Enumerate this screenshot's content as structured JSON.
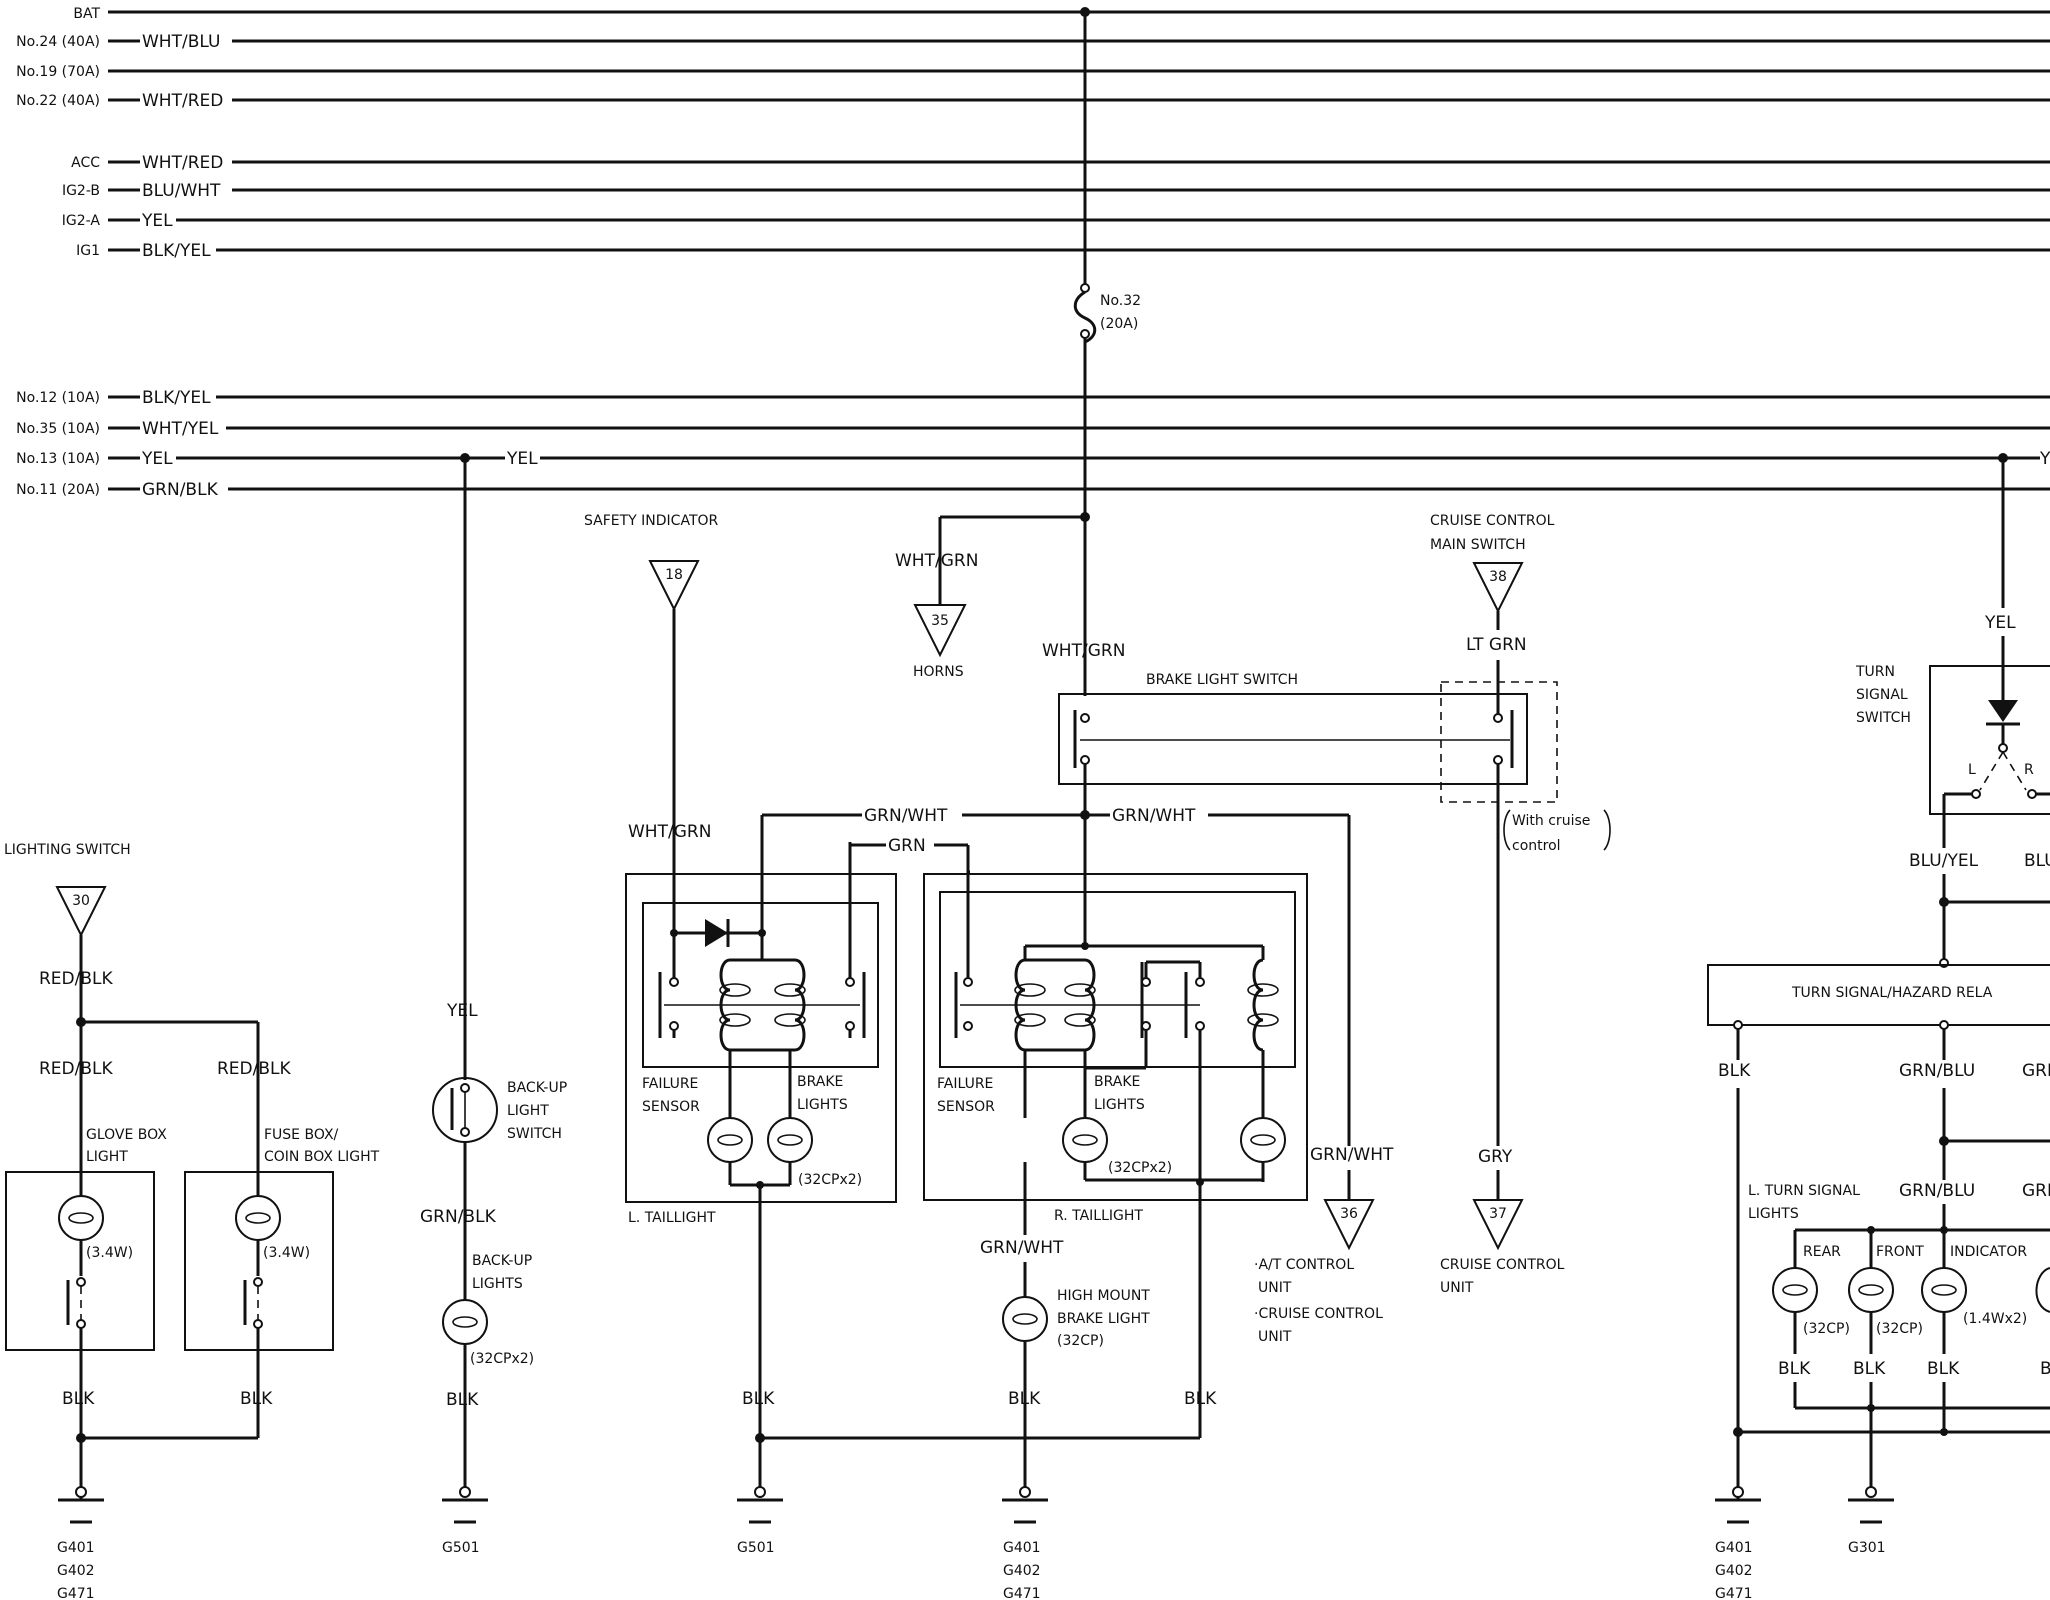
{
  "power_rails": [
    {
      "name": "BAT",
      "wire": ""
    },
    {
      "name": "No.24 (40A)",
      "wire": "WHT/BLU"
    },
    {
      "name": "No.19 (70A)",
      "wire": ""
    },
    {
      "name": "No.22 (40A)",
      "wire": "WHT/RED"
    },
    {
      "name": "ACC",
      "wire": "WHT/RED"
    },
    {
      "name": "IG2-B",
      "wire": "BLU/WHT"
    },
    {
      "name": "IG2-A",
      "wire": "YEL"
    },
    {
      "name": "IG1",
      "wire": "BLK/YEL"
    },
    {
      "name": "No.12 (10A)",
      "wire": "BLK/YEL"
    },
    {
      "name": "No.35 (10A)",
      "wire": "WHT/YEL"
    },
    {
      "name": "No.13 (10A)",
      "wire": "YEL"
    },
    {
      "name": "No.11 (20A)",
      "wire": "GRN/BLK"
    }
  ],
  "fuse32": {
    "name": "No.32",
    "rating": "(20A)"
  },
  "lighting": {
    "title": "LIGHTING SWITCH",
    "conn": "30",
    "w1": "RED/BLK",
    "w2": "RED/BLK",
    "w3": "RED/BLK",
    "glove_title": "GLOVE BOX",
    "glove_sub": "LIGHT",
    "glove_w": "(3.4W)",
    "fuse_title": "FUSE BOX/",
    "fuse_sub": "COIN BOX LIGHT",
    "fuse_w": "(3.4W)",
    "blk1": "BLK",
    "blk2": "BLK"
  },
  "backup": {
    "yel1": "YEL",
    "yel2": "YEL",
    "sw1": "BACK-UP",
    "sw2": "LIGHT",
    "sw3": "SWITCH",
    "grnblk": "GRN/BLK",
    "l1": "BACK-UP",
    "l2": "LIGHTS",
    "rating": "(32CPx2)",
    "blk": "BLK"
  },
  "safety": {
    "title": "SAFETY INDICATOR",
    "conn": "18",
    "wire": "WHT/GRN"
  },
  "horns": {
    "wire": "WHT/GRN",
    "conn": "35",
    "label": "HORNS"
  },
  "brake_switch": {
    "title": "BRAKE LIGHT SWITCH",
    "wire_in": "WHT/GRN"
  },
  "cruise_main": {
    "t1": "CRUISE CONTROL",
    "t2": "MAIN SWITCH",
    "conn": "38",
    "wire": "LT GRN",
    "note1": "With cruise",
    "note2": "control"
  },
  "taillights": {
    "grnwht_l": "GRN/WHT",
    "grnwht_r": "GRN/WHT",
    "grn": "GRN",
    "fail1": "FAILURE",
    "fail2": "SENSOR",
    "brake1": "BRAKE",
    "brake2": "LIGHTS",
    "rating_l": "(32CPx2)",
    "rating_r": "(32CPx2)",
    "left_name": "L. TAILLIGHT",
    "right_name": "R. TAILLIGHT",
    "blk_a": "BLK",
    "blk_b": "BLK",
    "blk_c": "BLK"
  },
  "high_mount": {
    "wire": "GRN/WHT",
    "l1": "HIGH MOUNT",
    "l2": "BRAKE LIGHT",
    "rating": "(32CP)"
  },
  "at_unit": {
    "wire": "GRN/WHT",
    "conn": "36",
    "l1": "·A/T CONTROL",
    "l2": "UNIT",
    "l3": "·CRUISE CONTROL",
    "l4": "UNIT"
  },
  "cruise_unit": {
    "wire": "GRY",
    "conn": "37",
    "l1": "CRUISE CONTROL",
    "l2": "UNIT"
  },
  "turn": {
    "yel_top": "YEL",
    "yel": "YEL",
    "sw1": "TURN",
    "sw2": "SIGNAL",
    "sw3": "SWITCH",
    "l": "L",
    "r": "R",
    "bluyel": "BLU/YEL",
    "blu": "BLU",
    "relay": "TURN SIGNAL/HAZARD RELA",
    "blk": "BLK",
    "grnblu1": "GRN/BLU",
    "grn_cut": "GRN",
    "lts1": "L. TURN SIGNAL",
    "lts2": "LIGHTS",
    "grnblu2": "GRN/BLU",
    "grn_cut2": "GRN",
    "rear": "REAR",
    "front": "FRONT",
    "ind": "INDICATOR",
    "r_rating": "(32CP)",
    "f_rating": "(32CP)",
    "i_rating": "(1.4Wx2)",
    "blk1": "BLK",
    "blk2": "BLK",
    "blk3": "BLK",
    "blk_cut": "B"
  },
  "grounds": {
    "g1": "G401",
    "g1b": "G402",
    "g1c": "G471",
    "g2": "G501",
    "g3": "G501",
    "g4": "G401",
    "g4b": "G402",
    "g4c": "G471",
    "g5": "G401",
    "g5b": "G402",
    "g5c": "G471",
    "g6": "G301"
  }
}
